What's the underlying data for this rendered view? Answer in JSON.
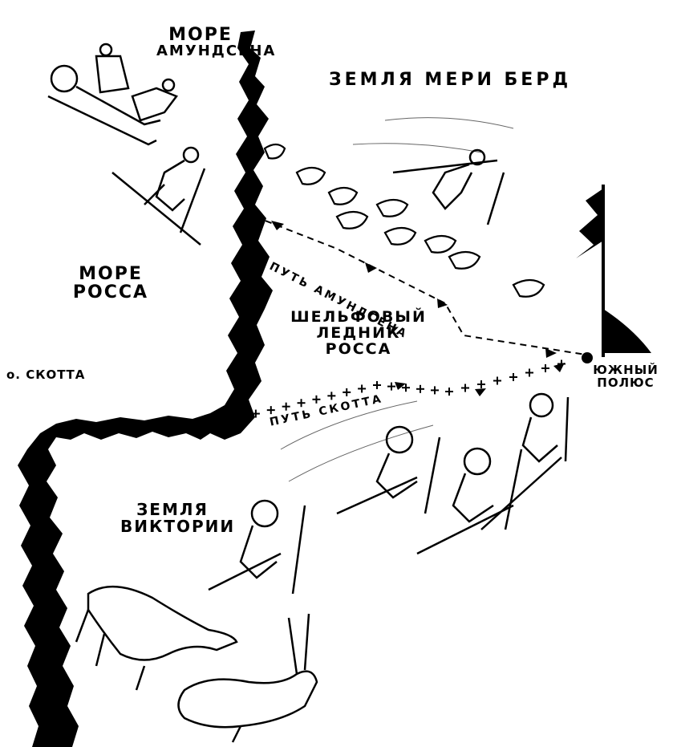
{
  "labels": {
    "amundsen_sea_line1": "МОРЕ",
    "amundsen_sea_line2": "АМУНДСЕНА",
    "marie_byrd_land": "ЗЕМЛЯ МЕРИ БЕРД",
    "ross_sea_line1": "МОРЕ",
    "ross_sea_line2": "РОССА",
    "ross_ice_shelf_line1": "ШЕЛЬФОВЫЙ",
    "ross_ice_shelf_line2": "ЛЕДНИК РОССА",
    "scott_island": "о. СКОТТА",
    "south_pole_line1": "ЮЖНЫЙ",
    "south_pole_line2": "ПОЛЮС",
    "victoria_land_line1": "ЗЕМЛЯ",
    "victoria_land_line2": "ВИКТОРИИ"
  },
  "routes": {
    "amundsen": "ПУТЬ АМУНДСЕНА",
    "scott": "ПУТЬ СКОТТА"
  },
  "colors": {
    "ink": "#000000",
    "paper": "#ffffff"
  },
  "icons": [
    "dog-sled-icon",
    "skier-icon",
    "sled-dog-icon",
    "flag-icon",
    "pony-icon",
    "south-pole-marker-icon"
  ]
}
